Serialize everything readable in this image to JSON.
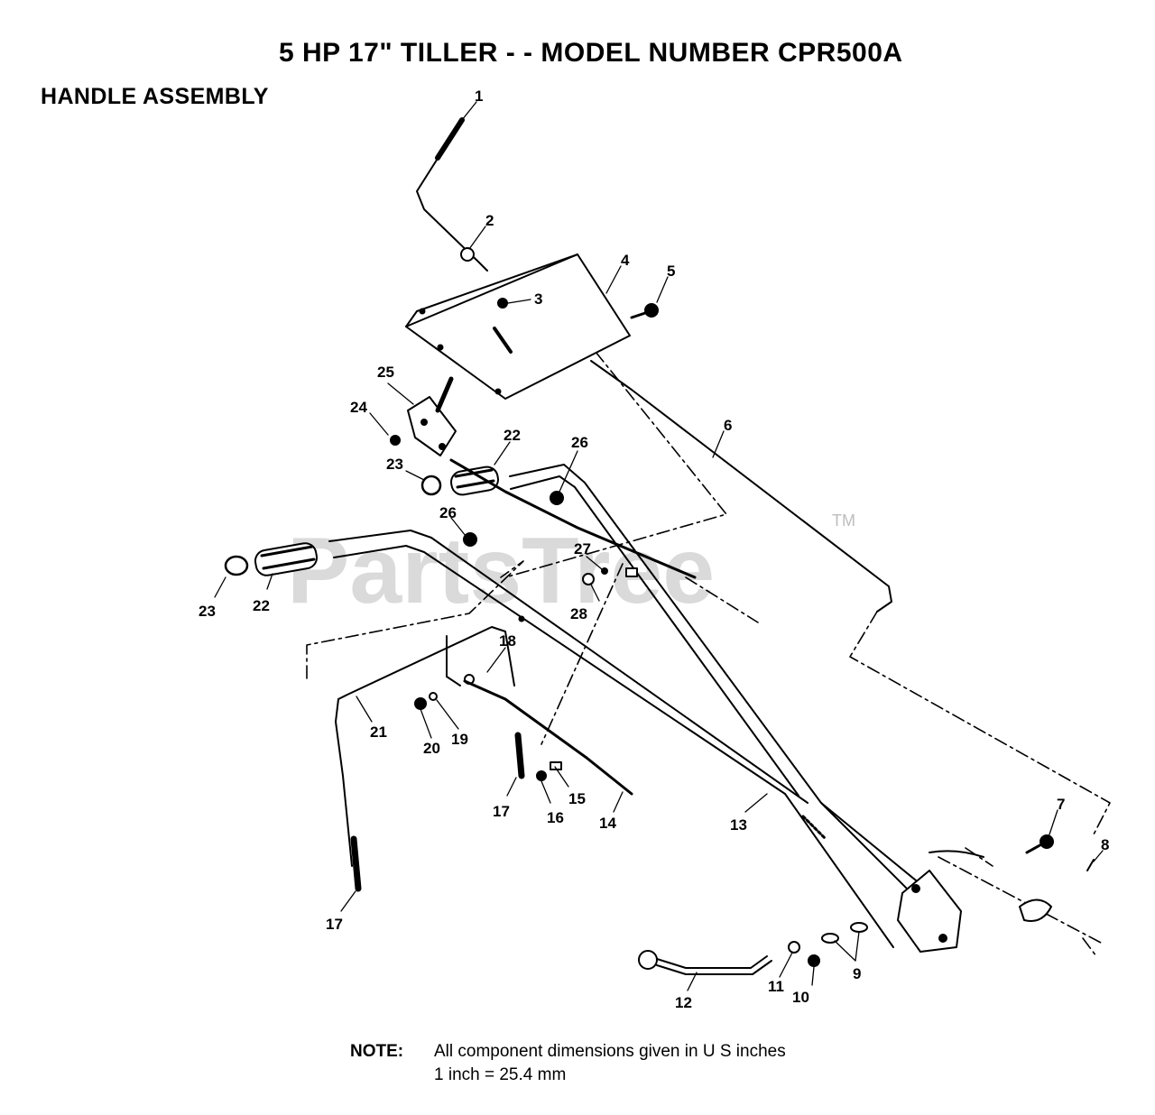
{
  "title": "5 HP  17\" TILLER - - MODEL NUMBER CPR500A",
  "subtitle": "HANDLE ASSEMBLY",
  "note": {
    "label": "NOTE:",
    "line1": "All component dimensions given in U S  inches",
    "line2": "1 inch = 25.4 mm"
  },
  "watermark": {
    "text": "PartsTree",
    "mark": "TM"
  },
  "callouts": {
    "c1": "1",
    "c2": "2",
    "c3": "3",
    "c4": "4",
    "c5": "5",
    "c6": "6",
    "c7": "7",
    "c8": "8",
    "c9": "9",
    "c10": "10",
    "c11": "11",
    "c12": "12",
    "c13": "13",
    "c14": "14",
    "c15": "15",
    "c16": "16",
    "c17a": "17",
    "c17b": "17",
    "c18": "18",
    "c19": "19",
    "c20": "20",
    "c21": "21",
    "c22a": "22",
    "c22b": "22",
    "c23a": "23",
    "c23b": "23",
    "c24": "24",
    "c25": "25",
    "c26a": "26",
    "c26b": "26",
    "c27": "27",
    "c28": "28"
  }
}
